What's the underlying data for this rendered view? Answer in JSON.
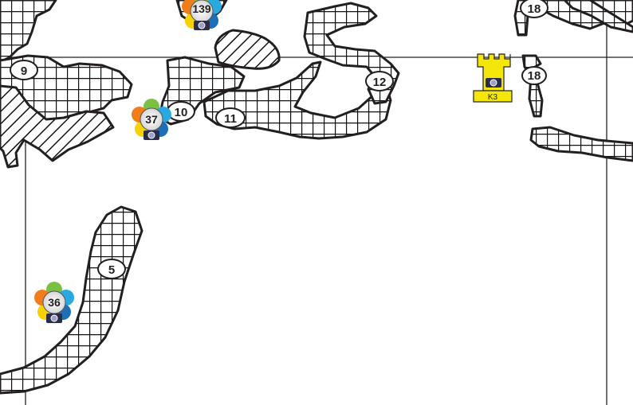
{
  "map": {
    "area_labels": {
      "a5": "5",
      "a9": "9",
      "a10": "10",
      "a11": "11",
      "a12": "12",
      "a18_top": "18",
      "a18_mid": "18"
    },
    "photo_markers": {
      "m139": "139",
      "m37": "37",
      "m36": "36"
    },
    "tower": {
      "label": "K3",
      "color": "#f5e60a"
    },
    "colors": {
      "outline": "#231f20",
      "grid_line": "#1a1a1a",
      "background": "#ffffff"
    }
  }
}
